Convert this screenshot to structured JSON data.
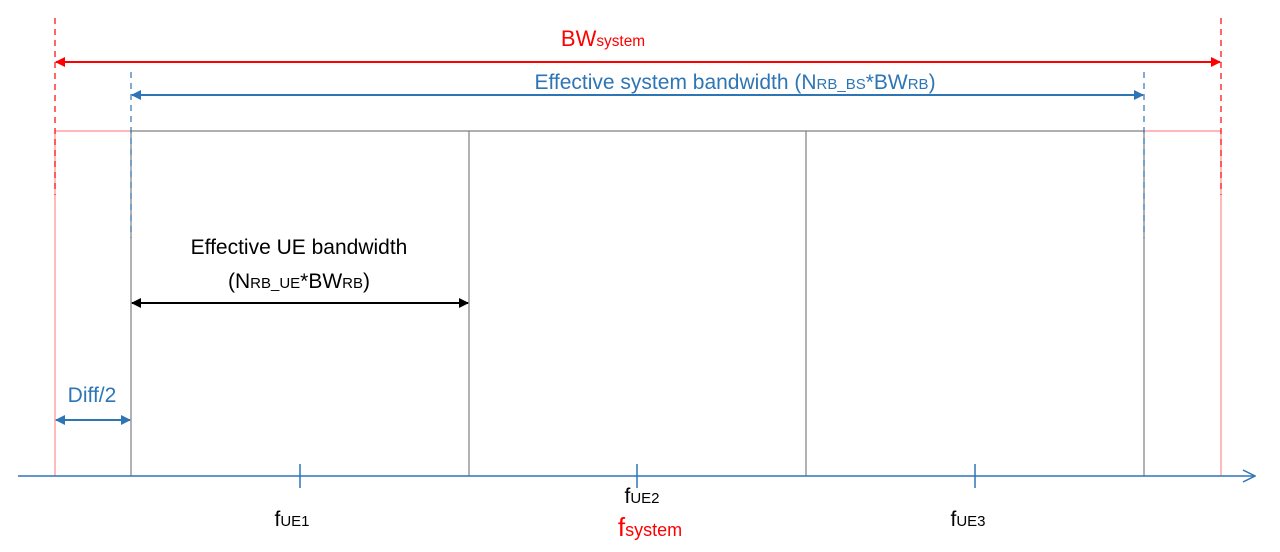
{
  "colors": {
    "red": "#ff0000",
    "blue": "#2e75b6",
    "black": "#000000",
    "grid_gray": "#7f7f7f",
    "light_red": "#ff8c8c"
  },
  "labels": {
    "bw_system_main": "BW",
    "bw_system_sub": "system",
    "eff_sys_prefix": "Effective system bandwidth (N",
    "eff_sys_sub1": "RB_BS",
    "eff_sys_mid": "*BW",
    "eff_sys_sub2": "RB",
    "eff_sys_suffix": ")",
    "eff_ue_line1": "Effective UE bandwidth",
    "eff_ue_prefix": "(N",
    "eff_ue_sub1": "RB_UE",
    "eff_ue_mid": "*BW",
    "eff_ue_sub2": "RB",
    "eff_ue_suffix": ")",
    "diff": "Diff/2",
    "f_ue1_main": "f",
    "f_ue1_sub": "UE1",
    "f_ue2_main": "f",
    "f_ue2_sub": "UE2",
    "f_ue3_main": "f",
    "f_ue3_sub": "UE3",
    "f_system_main": "f",
    "f_system_sub": "system"
  }
}
